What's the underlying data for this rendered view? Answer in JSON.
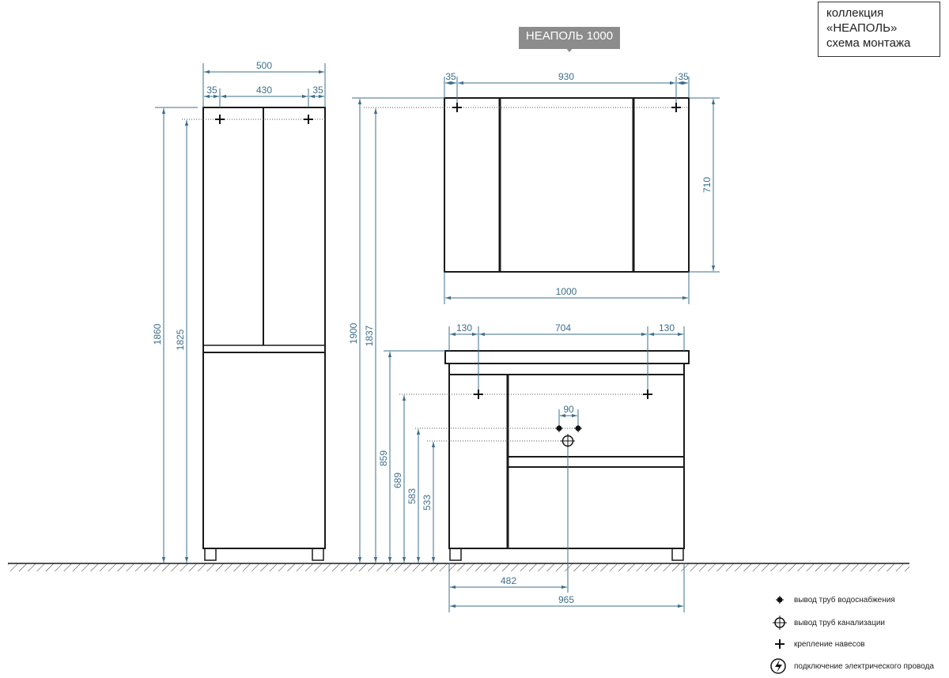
{
  "title_box": {
    "line1": "коллекция",
    "line2": "«НЕАПОЛЬ»",
    "line3": "схема монтажа"
  },
  "model_label": "НЕАПОЛЬ 1000",
  "dimensions": {
    "pencil_width": "500",
    "pencil_left_offset": "35",
    "pencil_inner": "430",
    "pencil_right_offset": "35",
    "pencil_height": "1860",
    "pencil_mount_height": "1825",
    "mirror_left_offset": "35",
    "mirror_inner": "930",
    "mirror_right_offset": "35",
    "mirror_height": "710",
    "mirror_width": "1000",
    "mirror_top_height": "1900",
    "mirror_mount_height": "1837",
    "vanity_left": "130",
    "vanity_mid": "704",
    "vanity_right": "130",
    "vanity_top_height": "859",
    "vanity_mount_height": "689",
    "water_height": "583",
    "drain_height": "533",
    "water_spacing": "90",
    "drain_offset": "482",
    "vanity_width": "965"
  },
  "legend": {
    "water": "вывод труб водоснабжения",
    "drain": "вывод труб канализации",
    "mount": "крепление навесов",
    "electric": "подключение электрического провода"
  },
  "colors": {
    "dimension": "#3d6f8c",
    "outline": "#1a1a1a",
    "label_bg": "#8c8c8c"
  },
  "icons": [
    "water-outlet-icon",
    "drain-outlet-icon",
    "mount-cross-icon",
    "electric-icon"
  ]
}
